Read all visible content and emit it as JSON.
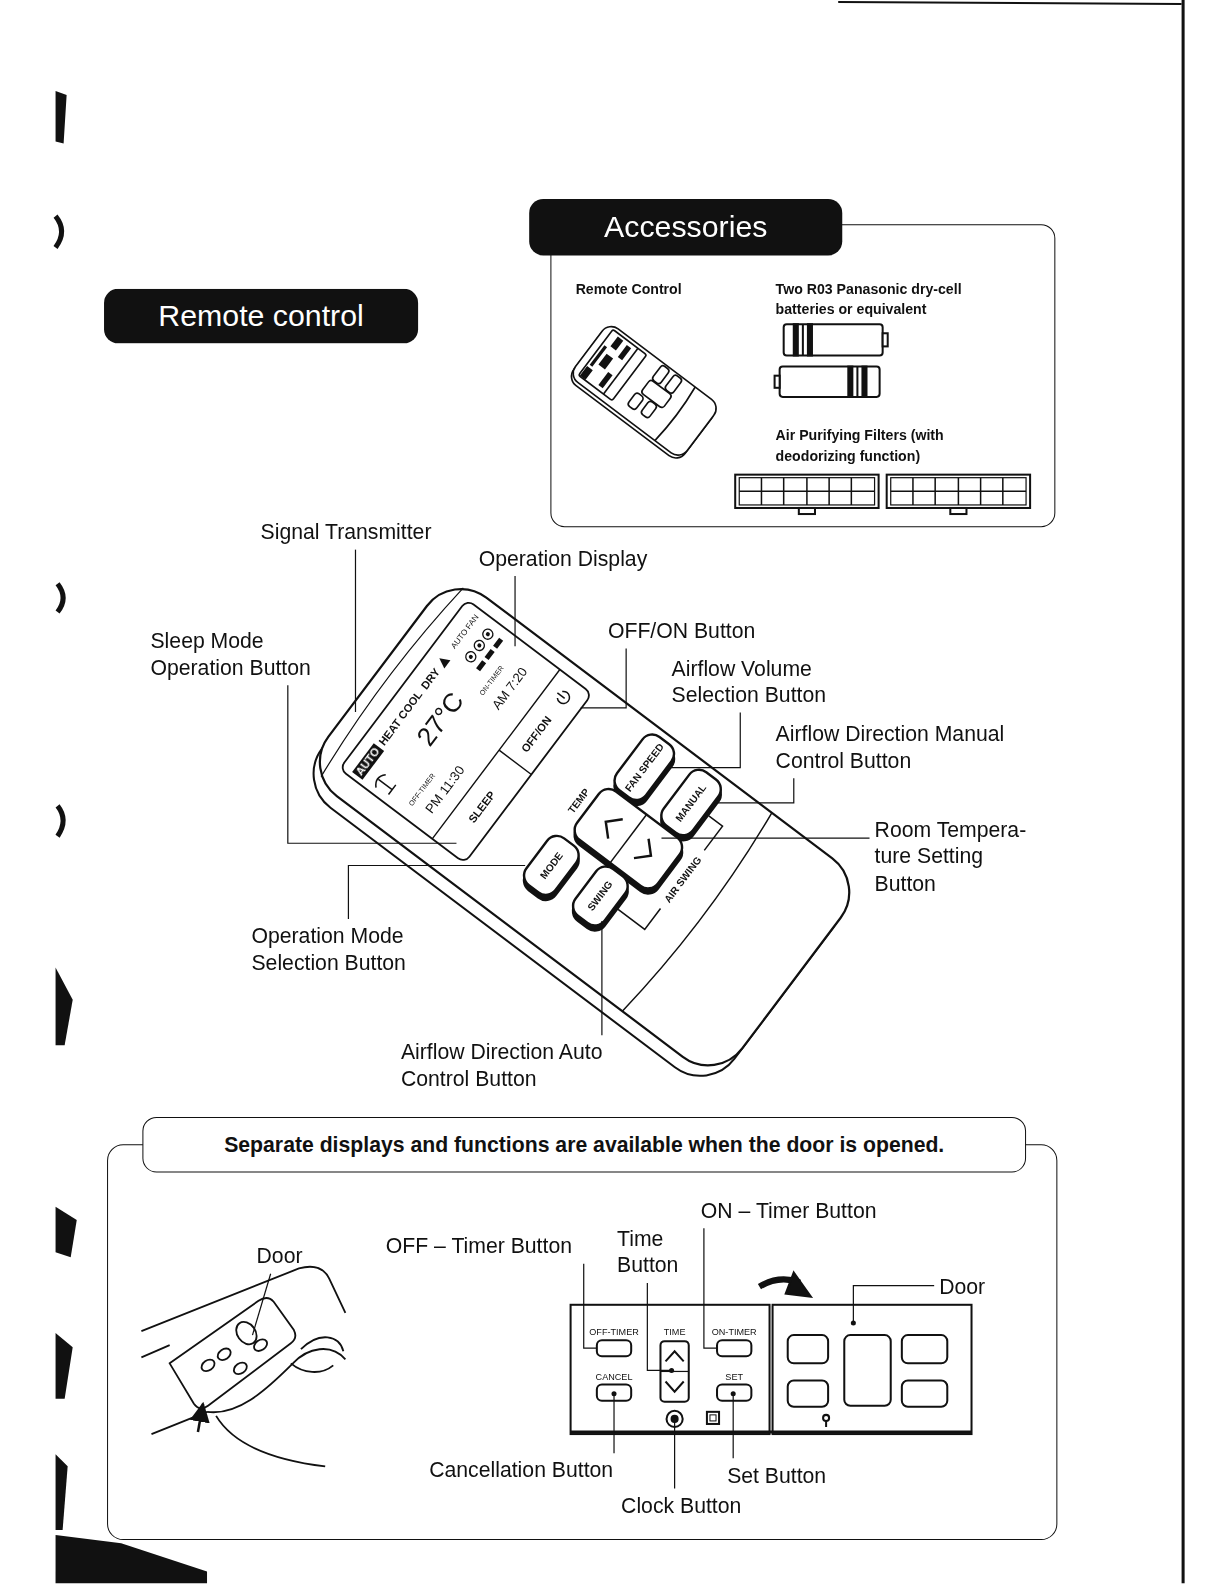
{
  "diagram": {
    "nodes": [
      {
        "text": [
          "Accessories",
          "Remote Control",
          "Two R03 Panasonic dry-cell batteries or equivalent",
          "Air Purifying Filters (with deodorizing function)"
        ]
      },
      {
        "text": [
          "Remote control"
        ]
      },
      {
        "text": [
          "Separate displays and functions are available when the door is opened."
        ]
      }
    ],
    "labels": [
      "Signal Transmitter",
      "Operation Display",
      "OFF/ON Button",
      "Sleep Mode Operation Button",
      "Airflow Volume Selection Button",
      "Airflow Direction Manual Control Button",
      "Room Tempera- ture Setting Button",
      "Operation Mode Selection Button",
      "Airflow Direction Auto Control Button",
      "AUTO",
      "HEAT",
      "COOL",
      "DRY",
      "AUTO FAN",
      "27°C",
      "OFF-TIMER",
      "PM 11:30",
      "ON-TIMER",
      "AM 7:20",
      "SLEEP",
      "OFF/ON",
      "FAN SPEED",
      "MANUAL",
      "TEMP",
      "MODE",
      "SWING",
      "AIR SWING",
      "Door",
      "OFF – Timer Button",
      "Time Button",
      "ON – Timer Button",
      "Door",
      "OFF-TIMER",
      "TIME",
      "ON-TIMER",
      "CANCEL",
      "SET",
      "Cancellation Button",
      "Clock Button",
      "Set Button"
    ]
  }
}
